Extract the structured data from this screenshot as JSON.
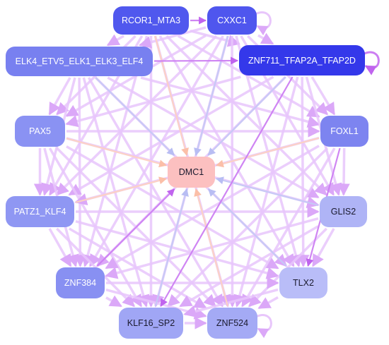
{
  "graph": {
    "colors": {
      "edge_violet": "#e8c6fb",
      "edge_blue": "#c5c9f5",
      "edge_peach": "#fdd2c2",
      "edge_strong": "#cc7ef2",
      "node_text_dark": "#1a1a2e",
      "node_text_light": "#ffffff"
    },
    "nodes": [
      {
        "id": "rcor1",
        "label": "RCOR1_MTA3",
        "color": "#5058ee"
      },
      {
        "id": "cxxc1",
        "label": "CXXC1",
        "color": "#4f56ee"
      },
      {
        "id": "elk4",
        "label": "ELK4_ETV5_ELK1_ELK3_ELF4",
        "color": "#7880f0"
      },
      {
        "id": "znf711",
        "label": "ZNF711_TFAP2A_TFAP2D",
        "color": "#3438ea"
      },
      {
        "id": "pax5",
        "label": "PAX5",
        "color": "#8a92f3"
      },
      {
        "id": "foxl1",
        "label": "FOXL1",
        "color": "#7d84f0"
      },
      {
        "id": "dmc1",
        "label": "DMC1",
        "color": "#fcc0c0"
      },
      {
        "id": "patz1",
        "label": "PATZ1_KLF4",
        "color": "#8f97f3"
      },
      {
        "id": "glis2",
        "label": "GLIS2",
        "color": "#afb4f6"
      },
      {
        "id": "znf384",
        "label": "ZNF384",
        "color": "#8890f2"
      },
      {
        "id": "tlx2",
        "label": "TLX2",
        "color": "#b9bdf8"
      },
      {
        "id": "klf16",
        "label": "KLF16_SP2",
        "color": "#a0a6f5"
      },
      {
        "id": "znf524",
        "label": "ZNF524",
        "color": "#a4aaf5"
      }
    ],
    "edges": [
      {
        "source": "elk4",
        "target": "znf711",
        "color": "strong"
      },
      {
        "source": "rcor1",
        "target": "cxxc1",
        "color": "strong"
      },
      {
        "source": "rcor1",
        "target": "elk4",
        "color": "violet"
      },
      {
        "source": "rcor1",
        "target": "znf711",
        "color": "violet"
      },
      {
        "source": "rcor1",
        "target": "pax5",
        "color": "violet"
      },
      {
        "source": "rcor1",
        "target": "patz1",
        "color": "violet"
      },
      {
        "source": "rcor1",
        "target": "znf384",
        "color": "violet"
      },
      {
        "source": "rcor1",
        "target": "klf16",
        "color": "violet"
      },
      {
        "source": "rcor1",
        "target": "znf524",
        "color": "violet"
      },
      {
        "source": "rcor1",
        "target": "tlx2",
        "color": "violet"
      },
      {
        "source": "rcor1",
        "target": "glis2",
        "color": "violet"
      },
      {
        "source": "rcor1",
        "target": "foxl1",
        "color": "violet"
      },
      {
        "source": "rcor1",
        "target": "dmc1",
        "color": "peach"
      },
      {
        "source": "cxxc1",
        "target": "elk4",
        "color": "violet"
      },
      {
        "source": "cxxc1",
        "target": "znf711",
        "color": "violet"
      },
      {
        "source": "cxxc1",
        "target": "pax5",
        "color": "violet"
      },
      {
        "source": "cxxc1",
        "target": "patz1",
        "color": "violet"
      },
      {
        "source": "cxxc1",
        "target": "znf384",
        "color": "violet"
      },
      {
        "source": "cxxc1",
        "target": "klf16",
        "color": "violet"
      },
      {
        "source": "cxxc1",
        "target": "znf524",
        "color": "violet"
      },
      {
        "source": "cxxc1",
        "target": "tlx2",
        "color": "violet"
      },
      {
        "source": "cxxc1",
        "target": "glis2",
        "color": "violet"
      },
      {
        "source": "cxxc1",
        "target": "foxl1",
        "color": "violet"
      },
      {
        "source": "cxxc1",
        "target": "dmc1",
        "color": "blue"
      },
      {
        "source": "elk4",
        "target": "pax5",
        "color": "violet"
      },
      {
        "source": "elk4",
        "target": "patz1",
        "color": "violet"
      },
      {
        "source": "elk4",
        "target": "znf384",
        "color": "violet"
      },
      {
        "source": "elk4",
        "target": "klf16",
        "color": "violet"
      },
      {
        "source": "elk4",
        "target": "znf524",
        "color": "violet"
      },
      {
        "source": "elk4",
        "target": "tlx2",
        "color": "violet"
      },
      {
        "source": "elk4",
        "target": "glis2",
        "color": "violet"
      },
      {
        "source": "elk4",
        "target": "foxl1",
        "color": "violet"
      },
      {
        "source": "elk4",
        "target": "dmc1",
        "color": "blue"
      },
      {
        "source": "znf711",
        "target": "pax5",
        "color": "violet"
      },
      {
        "source": "znf711",
        "target": "patz1",
        "color": "violet"
      },
      {
        "source": "znf711",
        "target": "znf384",
        "color": "violet"
      },
      {
        "source": "znf711",
        "target": "klf16",
        "color": "strong"
      },
      {
        "source": "znf711",
        "target": "znf524",
        "color": "violet"
      },
      {
        "source": "znf711",
        "target": "tlx2",
        "color": "violet"
      },
      {
        "source": "znf711",
        "target": "glis2",
        "color": "violet"
      },
      {
        "source": "znf711",
        "target": "foxl1",
        "color": "violet"
      },
      {
        "source": "znf711",
        "target": "dmc1",
        "color": "blue"
      },
      {
        "source": "pax5",
        "target": "patz1",
        "color": "violet"
      },
      {
        "source": "pax5",
        "target": "znf384",
        "color": "violet"
      },
      {
        "source": "pax5",
        "target": "klf16",
        "color": "violet"
      },
      {
        "source": "pax5",
        "target": "znf524",
        "color": "violet"
      },
      {
        "source": "pax5",
        "target": "tlx2",
        "color": "violet"
      },
      {
        "source": "pax5",
        "target": "glis2",
        "color": "violet"
      },
      {
        "source": "pax5",
        "target": "foxl1",
        "color": "violet"
      },
      {
        "source": "pax5",
        "target": "dmc1",
        "color": "peach"
      },
      {
        "source": "foxl1",
        "target": "patz1",
        "color": "violet"
      },
      {
        "source": "foxl1",
        "target": "znf384",
        "color": "violet"
      },
      {
        "source": "foxl1",
        "target": "klf16",
        "color": "violet"
      },
      {
        "source": "foxl1",
        "target": "znf524",
        "color": "violet"
      },
      {
        "source": "foxl1",
        "target": "tlx2",
        "color": "strong"
      },
      {
        "source": "foxl1",
        "target": "glis2",
        "color": "violet"
      },
      {
        "source": "foxl1",
        "target": "dmc1",
        "color": "peach"
      },
      {
        "source": "patz1",
        "target": "znf384",
        "color": "violet"
      },
      {
        "source": "patz1",
        "target": "klf16",
        "color": "violet"
      },
      {
        "source": "patz1",
        "target": "znf524",
        "color": "violet"
      },
      {
        "source": "patz1",
        "target": "tlx2",
        "color": "violet"
      },
      {
        "source": "patz1",
        "target": "glis2",
        "color": "violet"
      },
      {
        "source": "patz1",
        "target": "dmc1",
        "color": "peach"
      },
      {
        "source": "glis2",
        "target": "znf384",
        "color": "violet"
      },
      {
        "source": "glis2",
        "target": "klf16",
        "color": "violet"
      },
      {
        "source": "glis2",
        "target": "znf524",
        "color": "violet"
      },
      {
        "source": "glis2",
        "target": "tlx2",
        "color": "violet"
      },
      {
        "source": "glis2",
        "target": "dmc1",
        "color": "blue"
      },
      {
        "source": "znf384",
        "target": "klf16",
        "color": "violet"
      },
      {
        "source": "znf384",
        "target": "znf524",
        "color": "violet"
      },
      {
        "source": "znf384",
        "target": "tlx2",
        "color": "violet"
      },
      {
        "source": "znf384",
        "target": "dmc1",
        "color": "strong"
      },
      {
        "source": "tlx2",
        "target": "klf16",
        "color": "violet"
      },
      {
        "source": "tlx2",
        "target": "znf524",
        "color": "violet"
      },
      {
        "source": "tlx2",
        "target": "dmc1",
        "color": "blue"
      },
      {
        "source": "klf16",
        "target": "znf524",
        "color": "violet"
      },
      {
        "source": "klf16",
        "target": "dmc1",
        "color": "blue"
      },
      {
        "source": "znf524",
        "target": "dmc1",
        "color": "peach"
      }
    ],
    "self_loops": [
      "cxxc1",
      "znf711",
      "znf524"
    ]
  }
}
